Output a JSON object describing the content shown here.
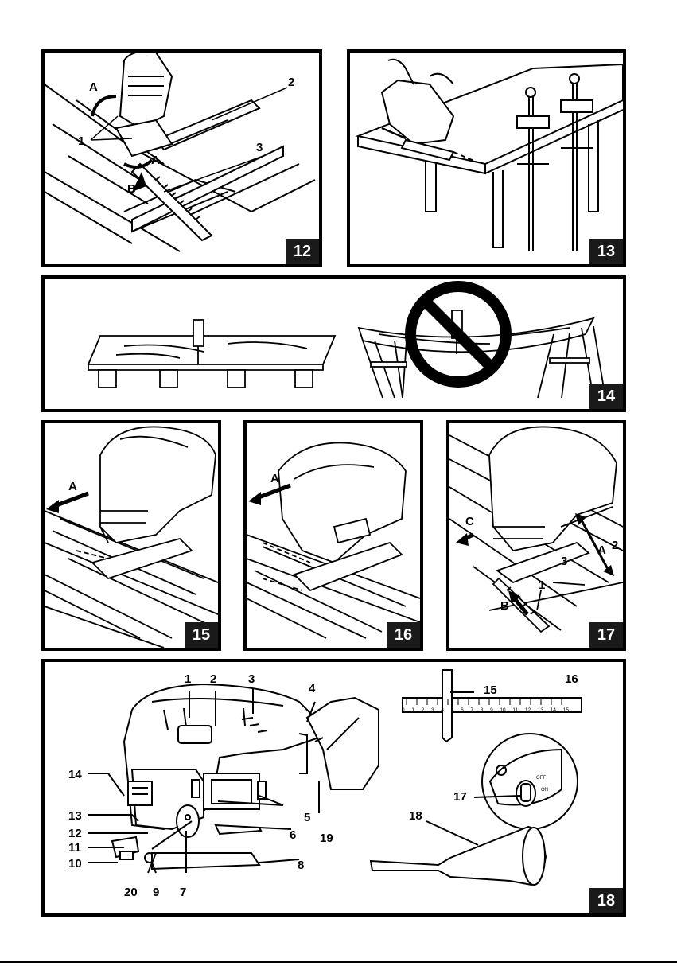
{
  "figures": {
    "f12": {
      "number": "12",
      "labels": {
        "l_A1": "A",
        "l_1": "1",
        "l_A2": "A",
        "l_B": "B",
        "l_2": "2",
        "l_3": "3"
      }
    },
    "f13": {
      "number": "13"
    },
    "f14": {
      "number": "14"
    },
    "f15": {
      "number": "15",
      "labels": {
        "l_A": "A"
      }
    },
    "f16": {
      "number": "16",
      "labels": {
        "l_A": "A"
      }
    },
    "f17": {
      "number": "17",
      "labels": {
        "l_C": "C",
        "l_2": "2",
        "l_A": "A",
        "l_3": "3",
        "l_1": "1",
        "l_B": "B"
      }
    },
    "f18": {
      "number": "18",
      "labels": {
        "p1": "1",
        "p2": "2",
        "p3": "3",
        "p4": "4",
        "p5": "5",
        "p6": "6",
        "p7": "7",
        "p8": "8",
        "p9": "9",
        "p10": "10",
        "p11": "11",
        "p12": "12",
        "p13": "13",
        "p14": "14",
        "p15": "15",
        "p16": "16",
        "p17": "17",
        "p18": "18",
        "p19": "19",
        "p20": "20"
      },
      "ruler_ticks": [
        "0",
        "1",
        "2",
        "3",
        "4",
        "5",
        "6",
        "7",
        "8",
        "9",
        "10",
        "11",
        "12",
        "13",
        "14",
        "15"
      ],
      "switch_text": {
        "off": "OFF",
        "on": "ON"
      }
    }
  },
  "colors": {
    "ink": "#000000",
    "badge": "#1a1a1a",
    "paper": "#ffffff"
  }
}
